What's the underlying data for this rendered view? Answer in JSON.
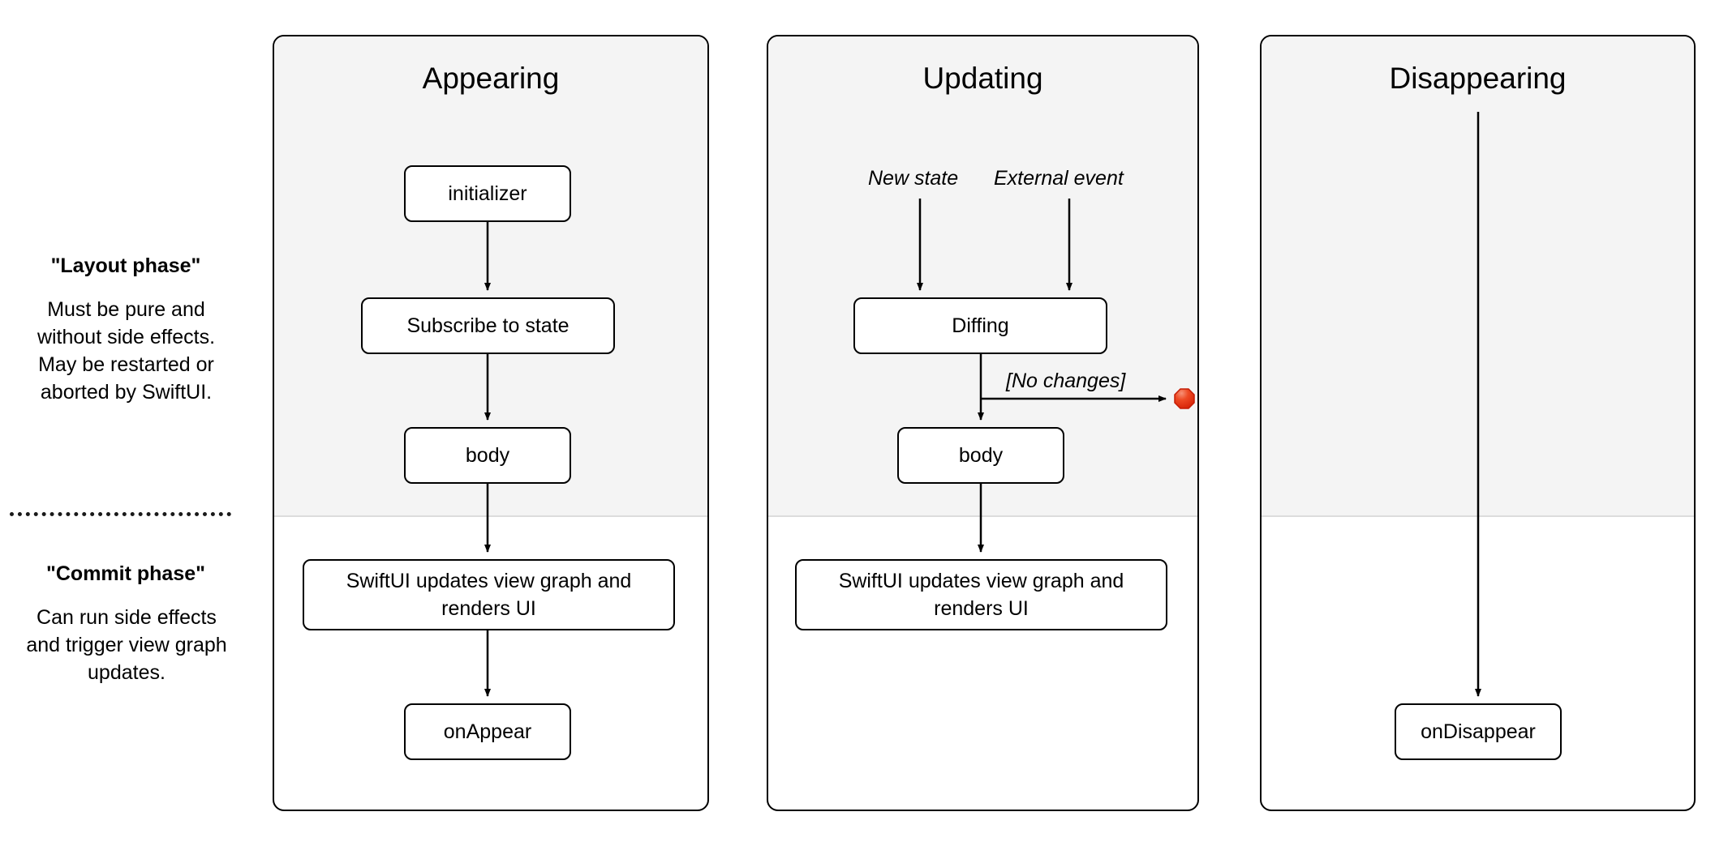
{
  "legend": {
    "layout": {
      "heading": "\"Layout phase\"",
      "body": "Must be pure and without side effects. May be restarted or aborted by SwiftUI."
    },
    "commit": {
      "heading": "\"Commit phase\"",
      "body": "Can run side effects and trigger view graph updates."
    },
    "divider": "dotted-divider"
  },
  "panels": [
    {
      "id": "appearing",
      "title": "Appearing",
      "nodes": [
        {
          "id": "initializer",
          "label": "initializer"
        },
        {
          "id": "subscribe-to-state",
          "label": "Subscribe to state"
        },
        {
          "id": "body",
          "label": "body"
        },
        {
          "id": "swiftui-updates",
          "label": "SwiftUI updates view graph and renders UI"
        },
        {
          "id": "on-appear",
          "label": "onAppear"
        }
      ],
      "edge_labels": []
    },
    {
      "id": "updating",
      "title": "Updating",
      "nodes": [
        {
          "id": "diffing",
          "label": "Diffing"
        },
        {
          "id": "body",
          "label": "body"
        },
        {
          "id": "swiftui-updates",
          "label": "SwiftUI updates view graph and renders UI"
        }
      ],
      "edge_labels": [
        {
          "id": "new-state",
          "label": "New state"
        },
        {
          "id": "external-event",
          "label": "External event"
        },
        {
          "id": "no-changes",
          "label": "[No changes]"
        }
      ],
      "end_node": {
        "id": "stop-node",
        "shape": "octagon",
        "color": "#e8301a"
      }
    },
    {
      "id": "disappearing",
      "title": "Disappearing",
      "nodes": [
        {
          "id": "on-disappear",
          "label": "onDisappear"
        }
      ],
      "edge_labels": []
    }
  ],
  "colors": {
    "stroke": "#000000",
    "lane_shade": "#f4f4f4",
    "lane_divider": "#dcdcdc",
    "stop_node": "#e8301a",
    "stop_node_highlight": "#f7775f",
    "background": "#ffffff"
  }
}
